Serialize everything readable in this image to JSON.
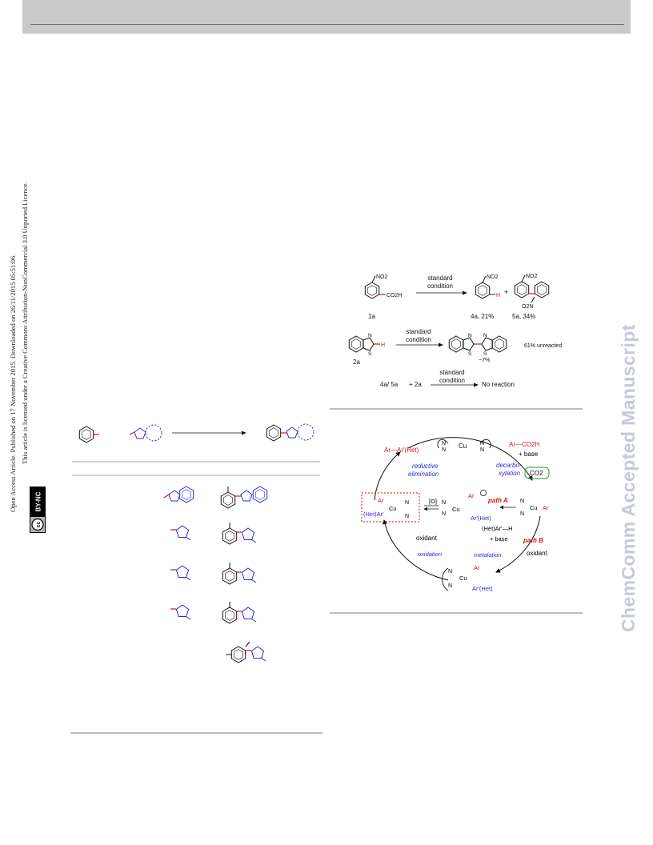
{
  "sidebar": {
    "access_line": "Open Access Article. Published on 17 November 2015. Downloaded on 26/11/2015 05:51:06.",
    "license_line": "This article is licensed under a Creative Commons Attribution-NonCommercial 3.0 Unported Licence.",
    "badge": {
      "left": "cc",
      "right": "BY-NC"
    }
  },
  "watermark": "ChemComm Accepted Manuscript",
  "scheme_control": {
    "row1": {
      "substrate_no2": "NO2",
      "substrate_acid": "CO2H",
      "arrow_top": "standard",
      "arrow_bottom": "condition",
      "product_a_no2": "NO2",
      "product_a_h": "H",
      "plus": "+",
      "product_b_no2_top": "NO2",
      "product_b_no2_bottom": "O2N",
      "label_1a": "1a",
      "label_4a": "4a, 21%",
      "label_5a": "5a, 34%"
    },
    "row2": {
      "atom_n": "N",
      "atom_s": "S",
      "atom_h": "H",
      "arrow_top": "standard",
      "arrow_bottom": "condition",
      "product_n1": "N",
      "product_s1": "S",
      "product_n2": "N",
      "product_s2": "S",
      "label_2a": "2a",
      "yield": "~7%",
      "unreacted": "61% unreacted"
    },
    "row3": {
      "reactants": "4a/ 5a",
      "plus_reactant": "+ 2a",
      "arrow_top": "standard",
      "arrow_bottom": "condition",
      "result": "No reaction"
    }
  },
  "mechanism": {
    "top_complex": {
      "metal": "Cu",
      "n1": "N",
      "n2": "N",
      "n3": "N",
      "n4": "N"
    },
    "acid": "Ar—CO2H",
    "acid_base": "+ base",
    "decarboxylation": "decarbo-\nxylation",
    "co2": "CO2",
    "product": "Ar—Ar'(Het)",
    "reductive_elimination": "reductive\nelimination",
    "left_complex": {
      "ar": "Ar",
      "het": "(Het)Ar'",
      "metal": "Cu",
      "n1": "N",
      "n2": "N"
    },
    "ox_label": "[O]",
    "center_complex": {
      "metal": "Cu",
      "n1": "N",
      "n2": "N",
      "ar": "Ar",
      "het": "Ar'(Het)"
    },
    "path_a": "path A",
    "right_complex": {
      "metal": "Cu",
      "n1": "N",
      "n2": "N",
      "ar": "Ar"
    },
    "het_h": "(Het)Ar'—H",
    "het_base": "+ base",
    "path_b": "path B",
    "oxidant_right": "oxidant",
    "metalation": "metalation",
    "oxidant_left": "oxidant",
    "oxidation": "oxidation",
    "bottom_complex": {
      "metal": "Cu",
      "n1": "N",
      "n2": "N",
      "ar": "Ar",
      "het": "Ar'(Het)"
    }
  },
  "colors": {
    "red": "#d0161b",
    "blue": "#2a2ad6",
    "green": "#2a9a3a",
    "gray": "#c6c9d8"
  }
}
